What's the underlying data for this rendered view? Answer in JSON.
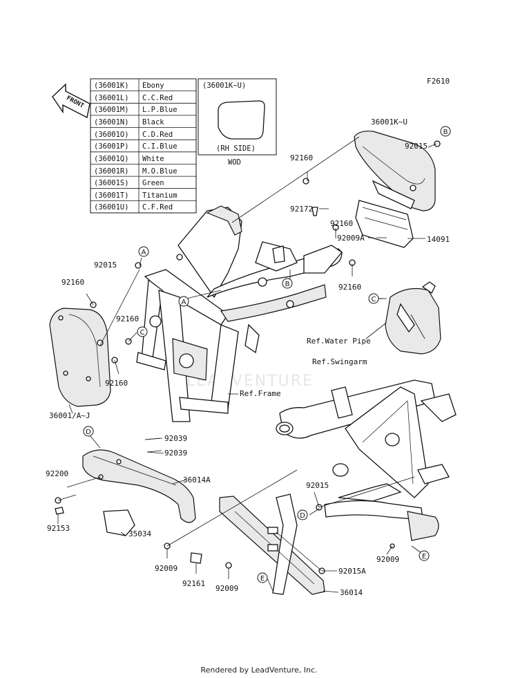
{
  "figure_code": "F2610",
  "front_label": "FRONT",
  "color_table": [
    {
      "code": "(36001K)",
      "color": "Ebony"
    },
    {
      "code": "(36001L)",
      "color": "C.C.Red"
    },
    {
      "code": "(36001M)",
      "color": "L.P.Blue"
    },
    {
      "code": "(36001N)",
      "color": "Black"
    },
    {
      "code": "(36001O)",
      "color": "C.D.Red"
    },
    {
      "code": "(36001P)",
      "color": "C.I.Blue"
    },
    {
      "code": "(36001Q)",
      "color": "White"
    },
    {
      "code": "(36001R)",
      "color": "M.O.Blue"
    },
    {
      "code": "(36001S)",
      "color": "Green"
    },
    {
      "code": "(36001T)",
      "color": "Titanium"
    },
    {
      "code": "(36001U)",
      "color": "C.F.Red"
    }
  ],
  "inset": {
    "title": "(36001K~U)",
    "side": "(RH SIDE)",
    "caption": "WOD"
  },
  "callouts": {
    "a": "A",
    "b": "B",
    "c": "C",
    "d": "D",
    "e": "E"
  },
  "labels": {
    "p36001ku": "36001K~U",
    "p92015_top": "92015",
    "p92160_top": "92160",
    "p92172": "92172",
    "p92160_mid": "92160",
    "p92009a": "92009A",
    "p14091": "14091",
    "p92015_left": "92015",
    "p92160_left": "92160",
    "p92160_right": "92160",
    "p92160_c": "92160",
    "p92160_bot": "92160",
    "ref_water_pipe": "Ref.Water Pipe",
    "ref_swingarm": "Ref.Swingarm",
    "ref_frame": "Ref.Frame",
    "p36001aj": "36001/A~J",
    "p92039_a": "92039",
    "p92039_b": "92039",
    "p92200": "92200",
    "p36014a": "36014A",
    "p92153": "92153",
    "p35034": "35034",
    "p92015_bot": "92015",
    "p92015a": "92015A",
    "p92009_l": "92009",
    "p92161": "92161",
    "p92009_m": "92009",
    "p92009_r": "92009",
    "p36014": "36014"
  },
  "watermark": "LEADVENTURE",
  "footer": "Rendered by LeadVenture, Inc."
}
